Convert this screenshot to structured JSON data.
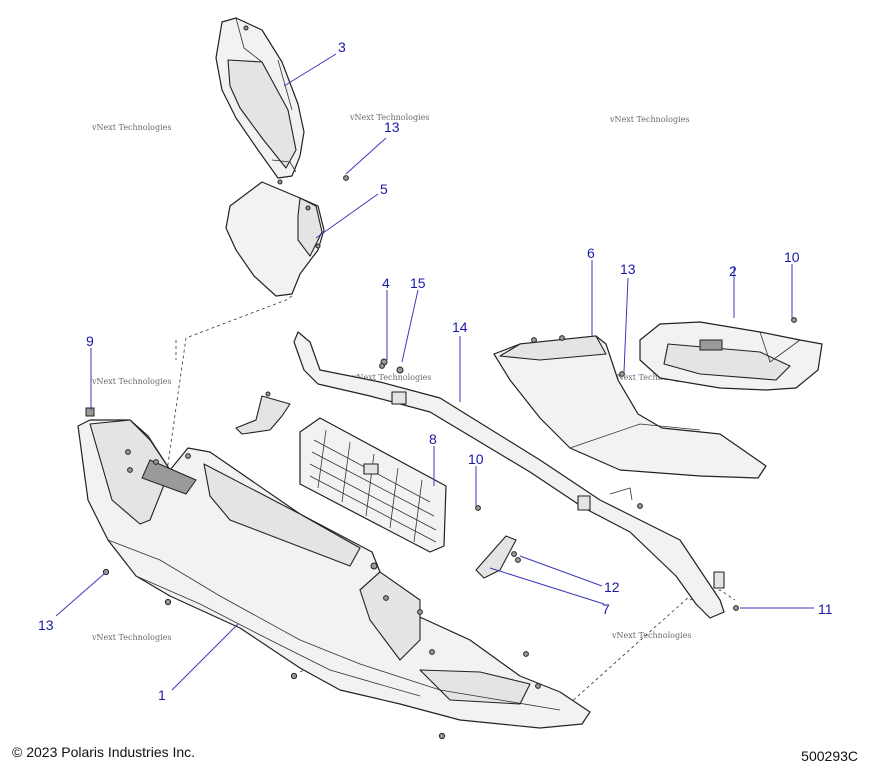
{
  "watermark": "vNext Technologies",
  "callouts": [
    {
      "id": "c1",
      "label": "1"
    },
    {
      "id": "c2",
      "label": "2"
    },
    {
      "id": "c3",
      "label": "3"
    },
    {
      "id": "c4",
      "label": "4"
    },
    {
      "id": "c5",
      "label": "5"
    },
    {
      "id": "c6",
      "label": "6"
    },
    {
      "id": "c7",
      "label": "7"
    },
    {
      "id": "c8",
      "label": "8"
    },
    {
      "id": "c9",
      "label": "9"
    },
    {
      "id": "c10a",
      "label": "10"
    },
    {
      "id": "c10b",
      "label": "10"
    },
    {
      "id": "c11",
      "label": "11"
    },
    {
      "id": "c12",
      "label": "12"
    },
    {
      "id": "c13a",
      "label": "13"
    },
    {
      "id": "c13b",
      "label": "13"
    },
    {
      "id": "c13c",
      "label": "13"
    },
    {
      "id": "c14",
      "label": "14"
    },
    {
      "id": "c15",
      "label": "15"
    }
  ],
  "footer": {
    "copyright": "© 2023 Polaris Industries Inc.",
    "drawing_number": "500293C"
  },
  "colors": {
    "callout_text": "#1a1aa8",
    "leader_line": "#3a3ab8"
  }
}
